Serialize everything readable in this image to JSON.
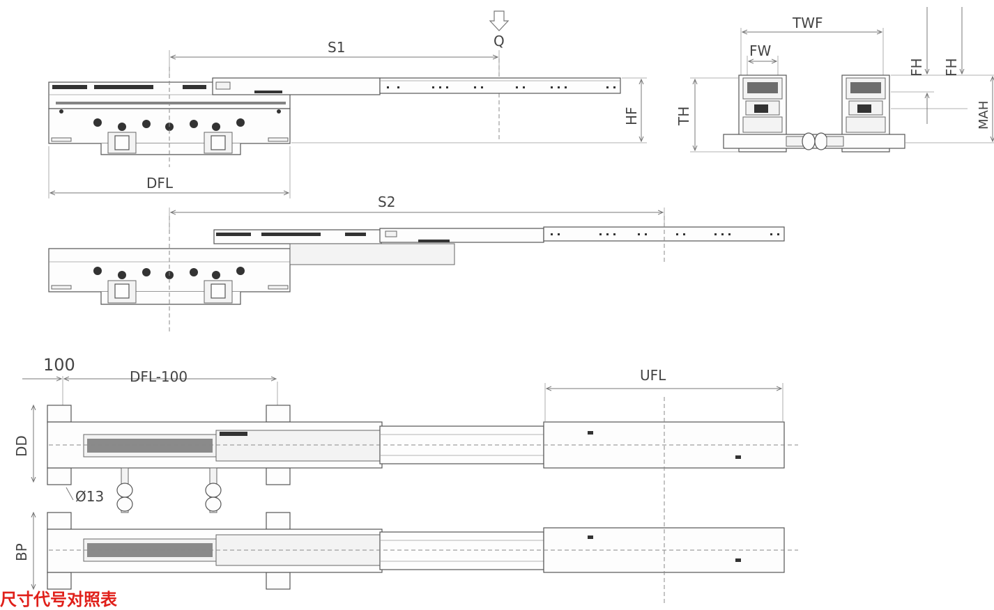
{
  "colors": {
    "line": "#555555",
    "footer_text": "#e0201a"
  },
  "views": {
    "side_s1": {
      "dim_s1": "S1",
      "load": "Q",
      "dim_hf": "HF",
      "dim_dfl": "DFL"
    },
    "end": {
      "dim_twf": "TWF",
      "dim_fw": "FW",
      "dim_fh_1": "FH",
      "dim_fh_2": "FH",
      "dim_mah": "MAH",
      "dim_th": "TH"
    },
    "side_s2": {
      "dim_s2": "S2"
    },
    "top": {
      "dim_100": "100",
      "dim_dfl100": "DFL-100",
      "dim_ufl": "UFL",
      "dim_dd": "DD",
      "dim_bp": "BP",
      "dim_hole": "Ø13"
    }
  },
  "footer": {
    "text": "尺寸代号对照表"
  }
}
